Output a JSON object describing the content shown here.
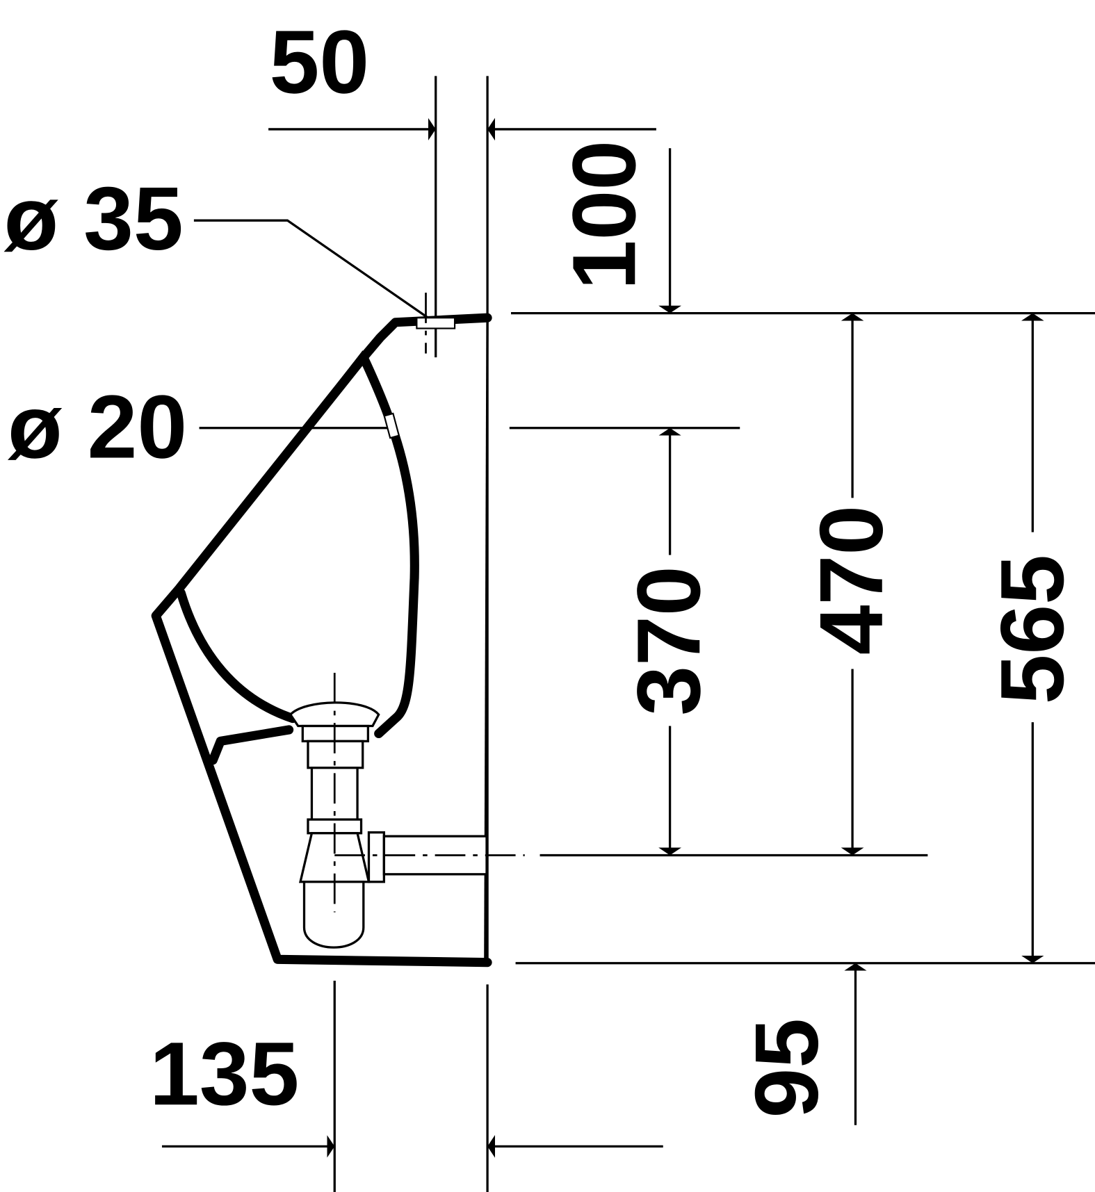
{
  "drawing": {
    "dimensions": {
      "top_offset": "50",
      "inlet_height": "100",
      "inlet_diameter": "ø 35",
      "spray_diameter": "ø 20",
      "outlet_to_spray": "370",
      "outlet_to_top": "470",
      "total_height": "565",
      "bottom_to_outlet": "95",
      "outlet_offset": "135"
    }
  }
}
